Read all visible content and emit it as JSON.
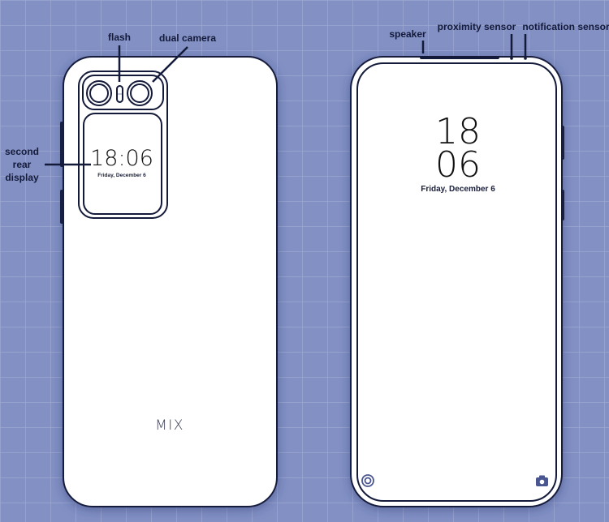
{
  "labels": {
    "flash": "flash",
    "dual_camera": "dual camera",
    "second_rear_display": [
      "second",
      "rear",
      "display"
    ],
    "speaker": "speaker",
    "proximity_sensor": "proximity sensor",
    "notification_sensor": "notification sensor"
  },
  "rear_phone": {
    "time": "18:06",
    "date": "Friday, December 6",
    "brand": "MIX"
  },
  "front_phone": {
    "hour": "18",
    "minute": "06",
    "date": "Friday, December 6",
    "left_icon": "ring-icon",
    "right_icon": "camera-icon"
  },
  "colors": {
    "background": "#8290c4",
    "outline": "#141a3a",
    "icon": "#4a5690"
  }
}
